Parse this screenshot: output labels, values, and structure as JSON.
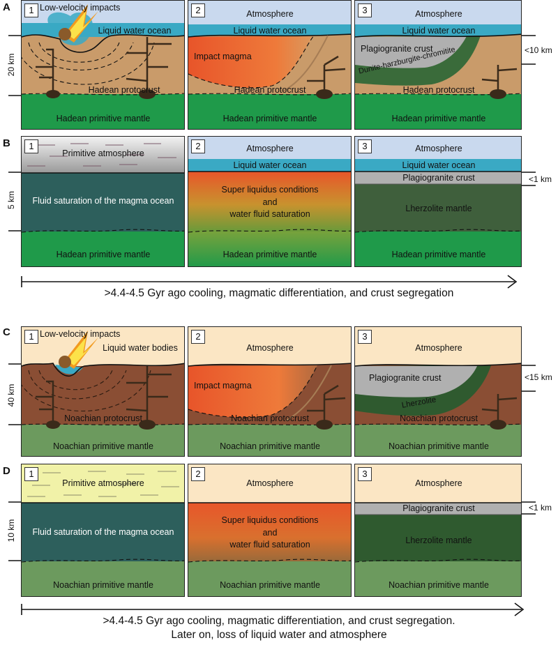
{
  "rows": [
    {
      "label": "A",
      "scale": "20 km",
      "panels": [
        {
          "num": "1",
          "texts": {
            "top": "Low-velocity impacts",
            "ocean": "Liquid water ocean",
            "crust": "Hadean protocrust",
            "mantle": "Hadean primitive mantle"
          }
        },
        {
          "num": "2",
          "texts": {
            "atm": "Atmosphere",
            "ocean": "Liquid water ocean",
            "magma": "Impact magma",
            "crust": "Hadean protocrust",
            "mantle": "Hadean primitive mantle"
          }
        },
        {
          "num": "3",
          "texts": {
            "atm": "Atmosphere",
            "ocean": "Liquid water ocean",
            "pg": "Plagiogranite crust",
            "dunite": "Dunite-harzburgite-chromitite",
            "crust": "Hadean protocrust",
            "mantle": "Hadean primitive mantle"
          }
        }
      ],
      "right": "<10 km"
    },
    {
      "label": "B",
      "scale": "5 km",
      "panels": [
        {
          "num": "1",
          "texts": {
            "atm": "Primitive atmosphere",
            "fluid": "Fluid saturation of the magma ocean",
            "mantle": "Hadean primitive mantle"
          }
        },
        {
          "num": "2",
          "texts": {
            "atm": "Atmosphere",
            "ocean": "Liquid water ocean",
            "super1": "Super liquidus conditions",
            "super2": "and",
            "super3": "water fluid saturation",
            "mantle": "Hadean primitive mantle"
          }
        },
        {
          "num": "3",
          "texts": {
            "atm": "Atmosphere",
            "ocean": "Liquid water ocean",
            "pg": "Plagiogranite crust",
            "lherz": "Lherzolite mantle",
            "mantle": "Hadean primitive mantle"
          }
        }
      ],
      "right": "<1 km"
    },
    {
      "label": "C",
      "scale": "40 km",
      "panels": [
        {
          "num": "1",
          "texts": {
            "top": "Low-velocity impacts",
            "water": "Liquid water bodies",
            "crust": "Noachian protocrust",
            "mantle": "Noachian primitive mantle"
          }
        },
        {
          "num": "2",
          "texts": {
            "atm": "Atmosphere",
            "magma": "Impact magma",
            "crust": "Noachian protocrust",
            "mantle": "Noachian primitive mantle"
          }
        },
        {
          "num": "3",
          "texts": {
            "atm": "Atmosphere",
            "pg": "Plagiogranite crust",
            "lherz": "Lherzolite",
            "crust": "Noachian protocrust",
            "mantle": "Noachian primitive mantle"
          }
        }
      ],
      "right": "<15 km"
    },
    {
      "label": "D",
      "scale": "10 km",
      "panels": [
        {
          "num": "1",
          "texts": {
            "atm": "Primitive atmosphere",
            "fluid": "Fluid saturation of the magma ocean",
            "mantle": "Noachian primitive mantle"
          }
        },
        {
          "num": "2",
          "texts": {
            "atm": "Atmosphere",
            "super1": "Super liquidus conditions",
            "super2": "and",
            "super3": "water fluid saturation",
            "mantle": "Noachian primitive mantle"
          }
        },
        {
          "num": "3",
          "texts": {
            "atm": "Atmosphere",
            "pg": "Plagiogranite crust",
            "lherz": "Lherzolite mantle",
            "mantle": "Noachian primitive mantle"
          }
        }
      ],
      "right": "<1 km"
    }
  ],
  "captions": {
    "top": ">4.4-4.5 Gyr ago cooling, magmatic differentiation, and crust segregation",
    "bottom1": ">4.4-4.5 Gyr ago cooling, magmatic differentiation, and crust segregation.",
    "bottom2": "Later on, loss of liquid water and atmosphere"
  },
  "colors": {
    "atmosphere_earth": "#c9d9ee",
    "ocean": "#3aa9c4",
    "crust_earth": "#c99b6a",
    "mantle_earth": "#1f9a4a",
    "magma": "#e8552a",
    "plagiogranite": "#b0b0b0",
    "dunite": "#3a6b3a",
    "fluid_earth": "#2d5f5c",
    "lherzolite_earth": "#3f5f3c",
    "atmosphere_mars": "#fbe6c4",
    "crust_mars": "#8a4e34",
    "mantle_mars": "#6c9a5e",
    "lherzolite_mars": "#2f5a2f",
    "primitive_atm_mars": "#f1f2a8"
  }
}
